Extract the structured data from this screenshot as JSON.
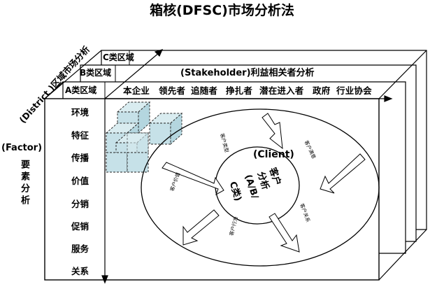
{
  "title": "箱核(DFSC)市场分析法",
  "district_axis": "(District )区域市场分析",
  "regions": {
    "a": "A类区域",
    "b": "B类区域",
    "c": "C类区域"
  },
  "stakeholder": {
    "title": "(Stakeholder)利益相关者分析",
    "items": [
      "本企业",
      "领先者",
      "追随者",
      "挣扎者",
      "潜在进入者",
      "政府",
      "行业协会"
    ]
  },
  "factor": {
    "title_en": "(Factor)",
    "title_zh": "要素分析",
    "items": [
      "环境",
      "特征",
      "传播",
      "价值",
      "分销",
      "促销",
      "服务",
      "关系"
    ]
  },
  "client": {
    "title_en": "(Client)",
    "center_lines": [
      "客户",
      "分析",
      "(A/B/",
      "C类)"
    ],
    "segments": [
      "客户类型",
      "客户满意",
      "客户价值",
      "客户关系",
      "客户行为"
    ]
  }
}
